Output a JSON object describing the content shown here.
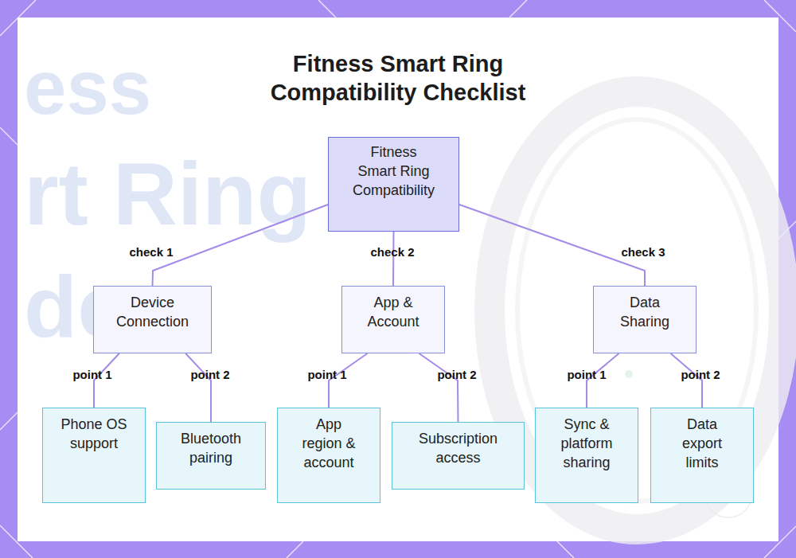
{
  "diagram": {
    "title": "Fitness Smart Ring Compatibility Checklist",
    "nodes": [
      {
        "text": [
          "Fitness Smart Ring Compatibility"
        ]
      },
      {
        "text": [
          "Device Connection"
        ]
      },
      {
        "text": [
          "App & Account"
        ]
      },
      {
        "text": [
          "Data Sharing"
        ]
      },
      {
        "text": [
          "Phone OS support"
        ]
      },
      {
        "text": [
          "Bluetooth pairing"
        ]
      },
      {
        "text": [
          "App region & account"
        ]
      },
      {
        "text": [
          "Subscription access"
        ]
      },
      {
        "text": [
          "Sync & platform sharing"
        ]
      },
      {
        "text": [
          "Data export limits"
        ]
      }
    ],
    "edges": [
      {
        "from": 0,
        "to": 1,
        "label": "check 1",
        "arrow": "none"
      },
      {
        "from": 0,
        "to": 2,
        "label": "check 2",
        "arrow": "none"
      },
      {
        "from": 0,
        "to": 3,
        "label": "check 3",
        "arrow": "none"
      },
      {
        "from": 1,
        "to": 4,
        "label": "point 1",
        "arrow": "none"
      },
      {
        "from": 1,
        "to": 5,
        "label": "point 2",
        "arrow": "none"
      },
      {
        "from": 2,
        "to": 6,
        "label": "point 1",
        "arrow": "none"
      },
      {
        "from": 2,
        "to": 7,
        "label": "point 2",
        "arrow": "none"
      },
      {
        "from": 3,
        "to": 8,
        "label": "point 1",
        "arrow": "none"
      },
      {
        "from": 3,
        "to": 9,
        "label": "point 2",
        "arrow": "none"
      }
    ],
    "labels": [
      "ess",
      "rt Ring",
      "de"
    ]
  }
}
